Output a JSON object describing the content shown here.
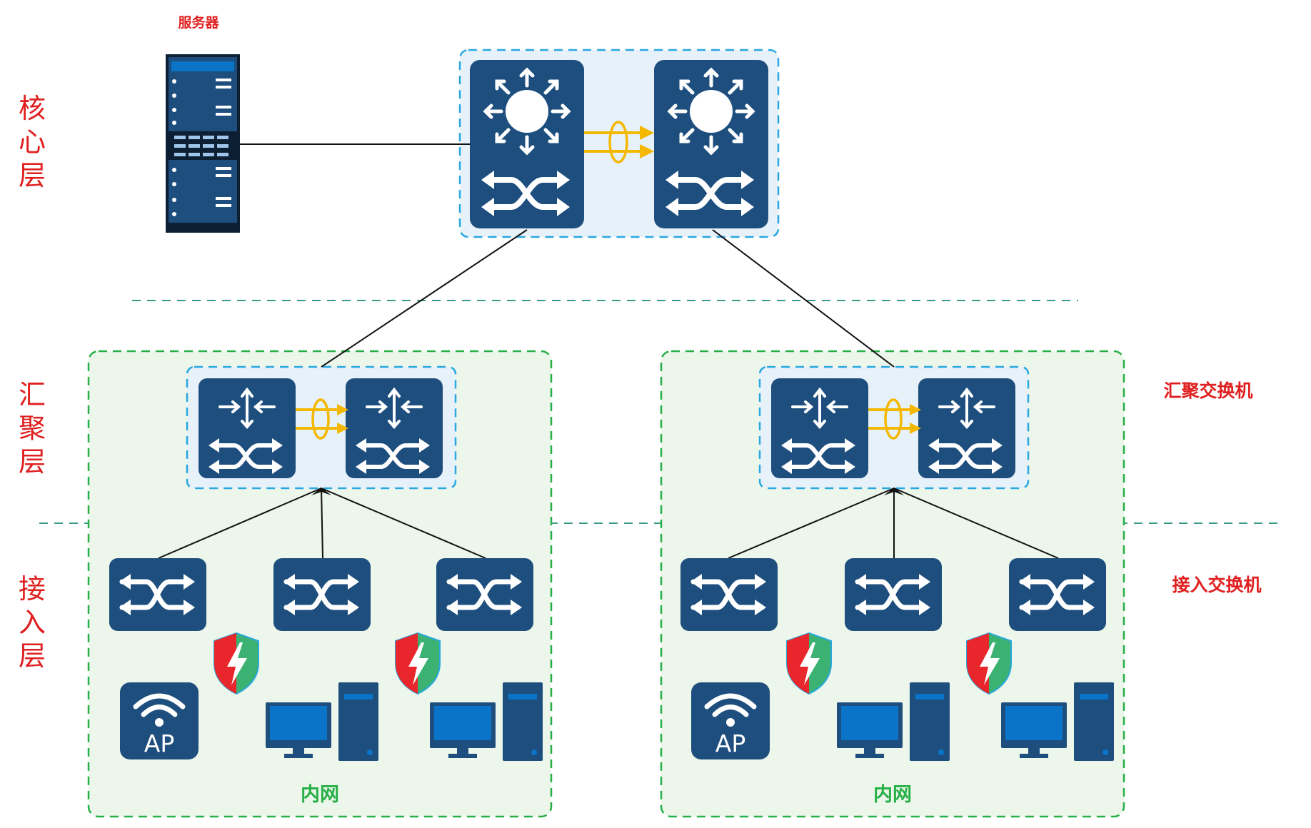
{
  "labels": {
    "server": "服务器",
    "core_layer": [
      "核",
      "心",
      "层"
    ],
    "aggregation_layer": [
      "汇",
      "聚",
      "层"
    ],
    "access_layer": [
      "接",
      "入",
      "层"
    ],
    "aggregation_switch": "汇聚交换机",
    "access_switch": "接入交换机",
    "intranet_left": "内网",
    "intranet_right": "内网",
    "ap_left": "AP",
    "ap_right": "AP"
  },
  "colors": {
    "device_blue": "#1d4e7e",
    "stack_link": "#f5b800",
    "zone_border": "#27b047",
    "zone_fill": "#ecf6ea",
    "stack_border": "#29a8e0",
    "stack_fill": "#e6f1fa",
    "label_red": "#e02020",
    "firewall_red": "#e8262b",
    "firewall_green": "#3bb272",
    "monitor_blue": "#0a74c8"
  },
  "icons": [
    "server-rack-icon",
    "core-switch-icon",
    "aggregation-switch-icon",
    "access-switch-icon",
    "firewall-shield-icon",
    "wireless-ap-icon",
    "desktop-pc-icon"
  ]
}
